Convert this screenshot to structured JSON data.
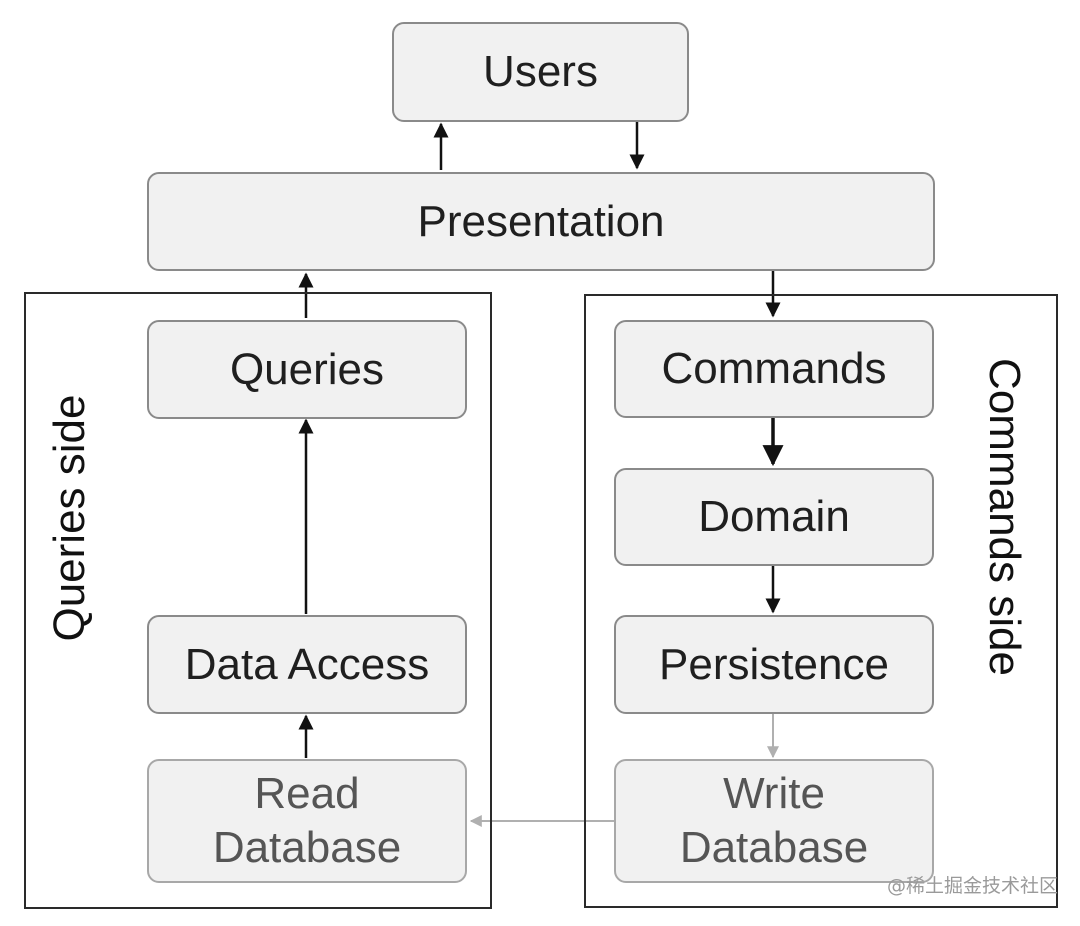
{
  "nodes": {
    "users": "Users",
    "presentation": "Presentation",
    "queries": "Queries",
    "data_access": "Data Access",
    "read_database": [
      "Read",
      "Database"
    ],
    "commands": "Commands",
    "domain": "Domain",
    "persistence": "Persistence",
    "write_database": [
      "Write",
      "Database"
    ]
  },
  "groups": {
    "queries_side": "Queries side",
    "commands_side": "Commands side"
  },
  "watermark": "@稀土掘金技术社区",
  "colors": {
    "node_fill": "#f1f1f1",
    "node_border": "#8a8a8a",
    "arrow": "#111111",
    "faded_arrow": "#b0b0b0"
  },
  "edges": [
    {
      "from": "presentation",
      "to": "users"
    },
    {
      "from": "users",
      "to": "presentation"
    },
    {
      "from": "queries",
      "to": "presentation"
    },
    {
      "from": "presentation",
      "to": "commands"
    },
    {
      "from": "data_access",
      "to": "queries"
    },
    {
      "from": "read_database",
      "to": "data_access"
    },
    {
      "from": "commands",
      "to": "domain"
    },
    {
      "from": "domain",
      "to": "persistence"
    },
    {
      "from": "persistence",
      "to": "write_database",
      "style": "faded"
    },
    {
      "from": "write_database",
      "to": "read_database",
      "style": "faded"
    }
  ]
}
